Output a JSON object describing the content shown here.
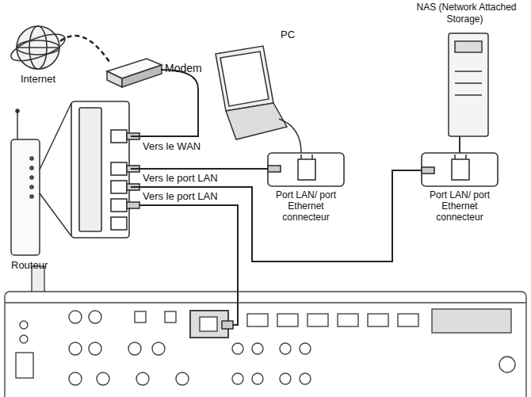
{
  "diagram": {
    "nodes": [
      {
        "text": [
          "Modem"
        ]
      },
      {
        "text": [
          "Routeur"
        ]
      },
      {
        "text": [
          "Port LAN/ port Ethernet connecteur"
        ]
      },
      {
        "text": [
          "Port LAN/ port Ethernet connecteur"
        ]
      }
    ],
    "edges": [
      {
        "from": 1,
        "to": 0,
        "label": "Vers le WAN",
        "arrow": "none"
      },
      {
        "from": 1,
        "to": 2,
        "label": "Vers le port LAN",
        "arrow": "none"
      },
      {
        "from": 1,
        "to": 3,
        "arrow": "none"
      }
    ],
    "labels": [
      "Internet",
      "PC",
      "NAS (Network Attached Storage)",
      "Vers le port LAN"
    ]
  }
}
